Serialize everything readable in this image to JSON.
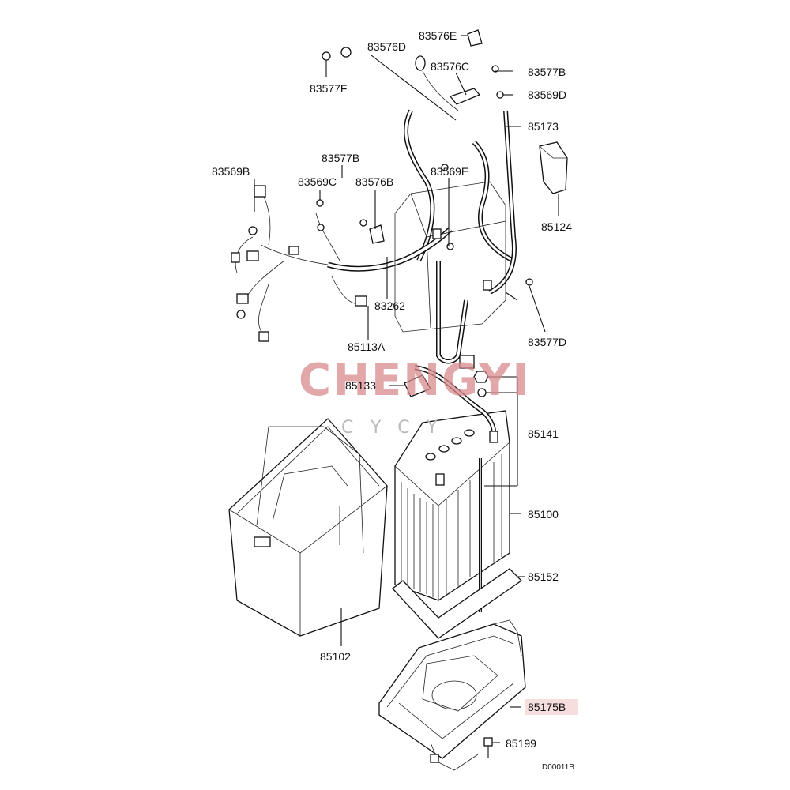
{
  "watermark": {
    "brand": "CHENGYI",
    "sub": "CYCY"
  },
  "labels": {
    "p83576E": "83576E",
    "p83576D": "83576D",
    "p83576C": "83576C",
    "p83577B_top": "83577B",
    "p83569D": "83569D",
    "p85173": "85173",
    "p83577F": "83577F",
    "p83569B": "83569B",
    "p83577B_mid": "83577B",
    "p83569C": "83569C",
    "p83576B": "83576B",
    "p83569E": "83569E",
    "p85124": "85124",
    "p83262": "83262",
    "p85113A": "85113A",
    "p83577D": "83577D",
    "p85133": "85133",
    "p85141": "85141",
    "p85100": "85100",
    "p85152": "85152",
    "p85102": "85102",
    "p85175B": "85175B",
    "p85199": "85199"
  },
  "diagram_code": "D00011B",
  "colors": {
    "highlight": "#f6dede",
    "watermark": "#d98a8c"
  }
}
